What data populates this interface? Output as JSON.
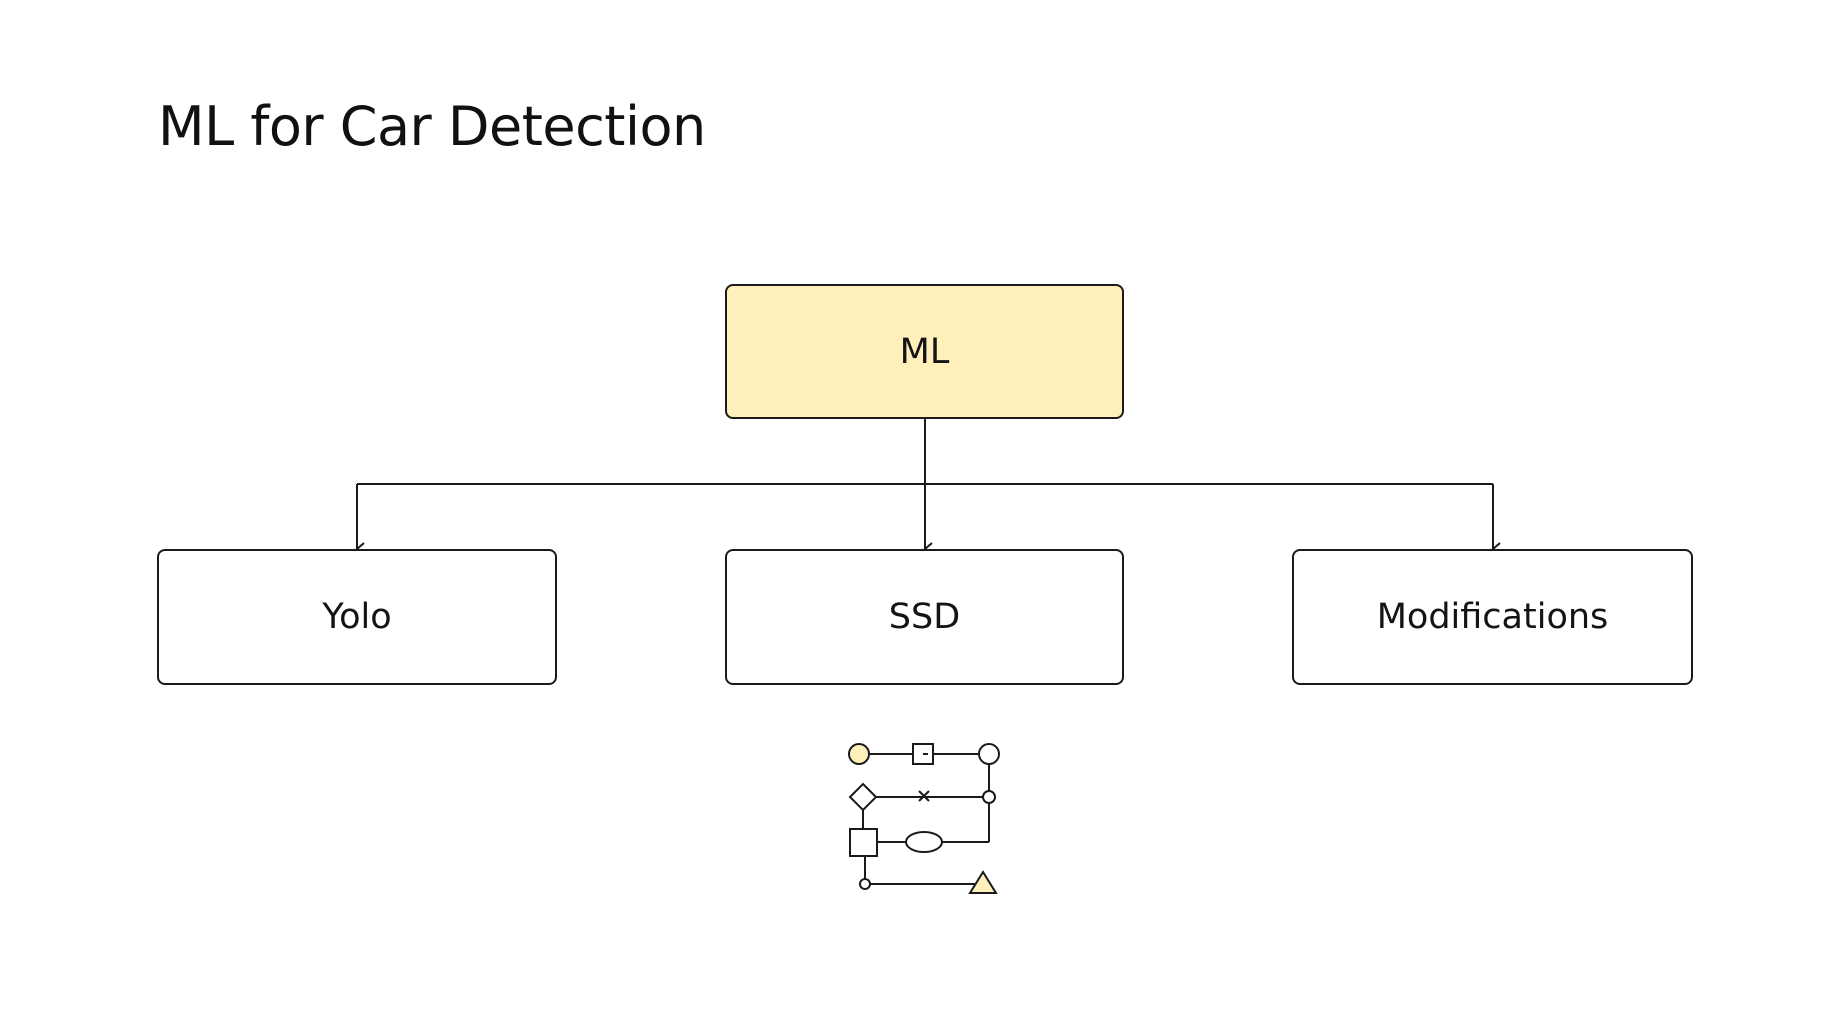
{
  "slide": {
    "title": "ML for Car Detection"
  },
  "diagram": {
    "root": {
      "label": "ML"
    },
    "children": [
      {
        "id": "yolo",
        "label": "Yolo"
      },
      {
        "id": "ssd",
        "label": "SSD"
      },
      {
        "id": "modifications",
        "label": "Modifications"
      }
    ]
  },
  "colors": {
    "root_fill": "#fff0bb",
    "node_fill": "#ffffff",
    "stroke": "#1a1a1a",
    "accent_fill": "#fff0bb"
  },
  "icons": {
    "decoration": "flowchart-symbols-icon"
  }
}
